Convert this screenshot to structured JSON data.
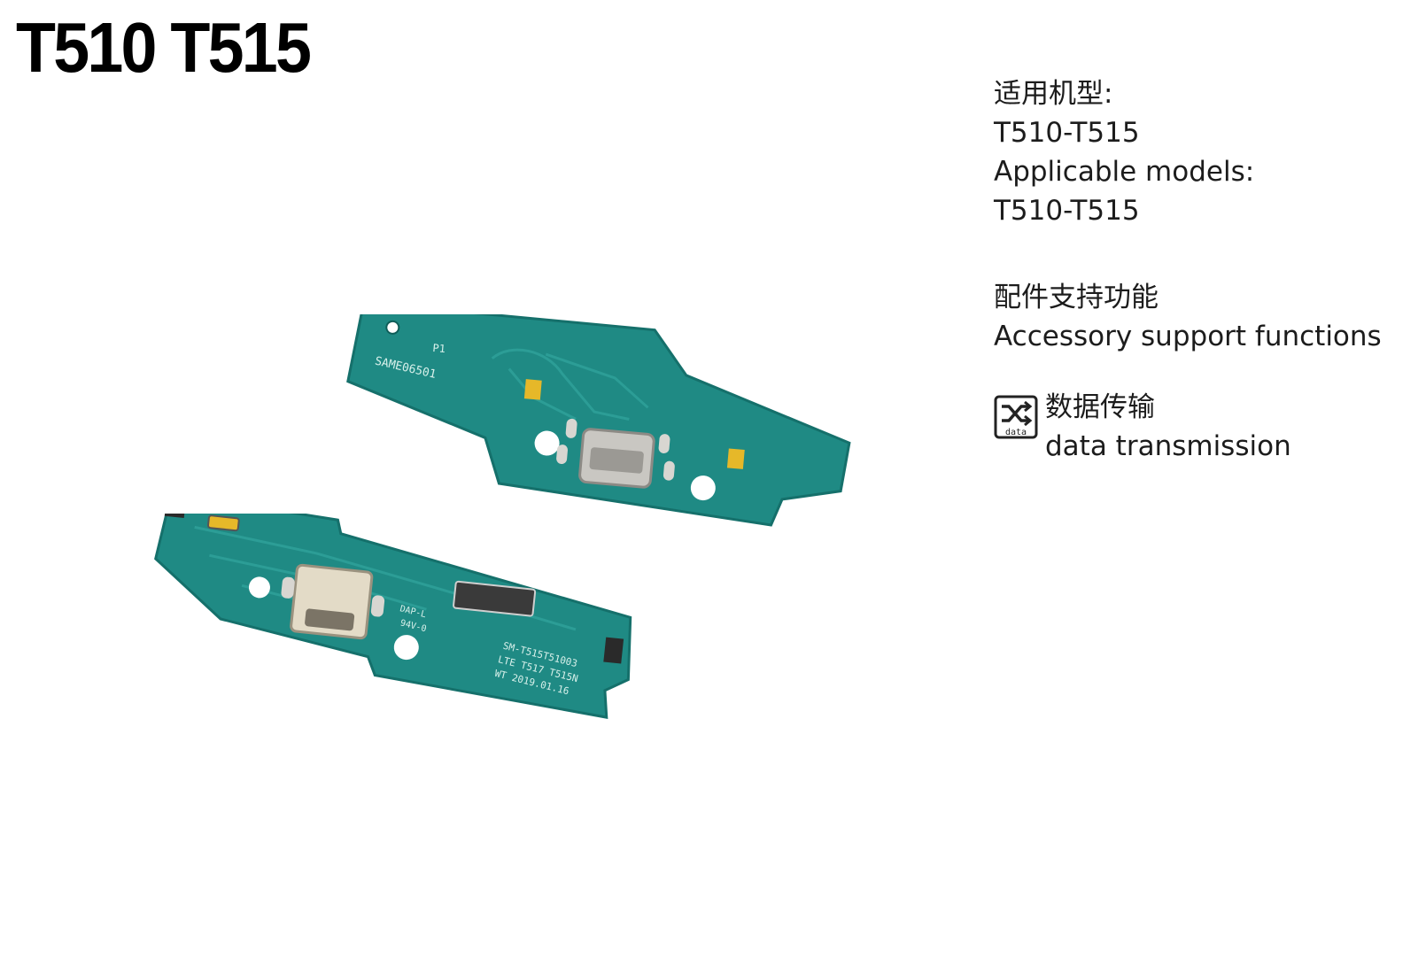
{
  "title": "T510 T515",
  "info": {
    "models_label_cn": "适用机型:",
    "models_value_1": "T510-T515",
    "models_label_en": "Applicable models:",
    "models_value_2": "T510-T515",
    "support_cn": "配件支持功能",
    "support_en": "Accessory support functions",
    "feature_cn": "数据传输",
    "feature_en": "data transmission",
    "icon_label": "data"
  },
  "board_top": {
    "silk_1": "SAME06501",
    "silk_2": "P1"
  },
  "board_bottom": {
    "silk_1": "SM-T515T51003",
    "silk_2": "LTE T517 T515N",
    "silk_3": "WT 2019.01.16",
    "silk_4": "DAP-L",
    "silk_5": "94V-0"
  },
  "colors": {
    "pcb": "#1f8a84",
    "pcb_dark": "#15706b",
    "trace": "#2c9d96",
    "port_metal": "#c9c7c2",
    "pad_gold": "#e6b829"
  }
}
